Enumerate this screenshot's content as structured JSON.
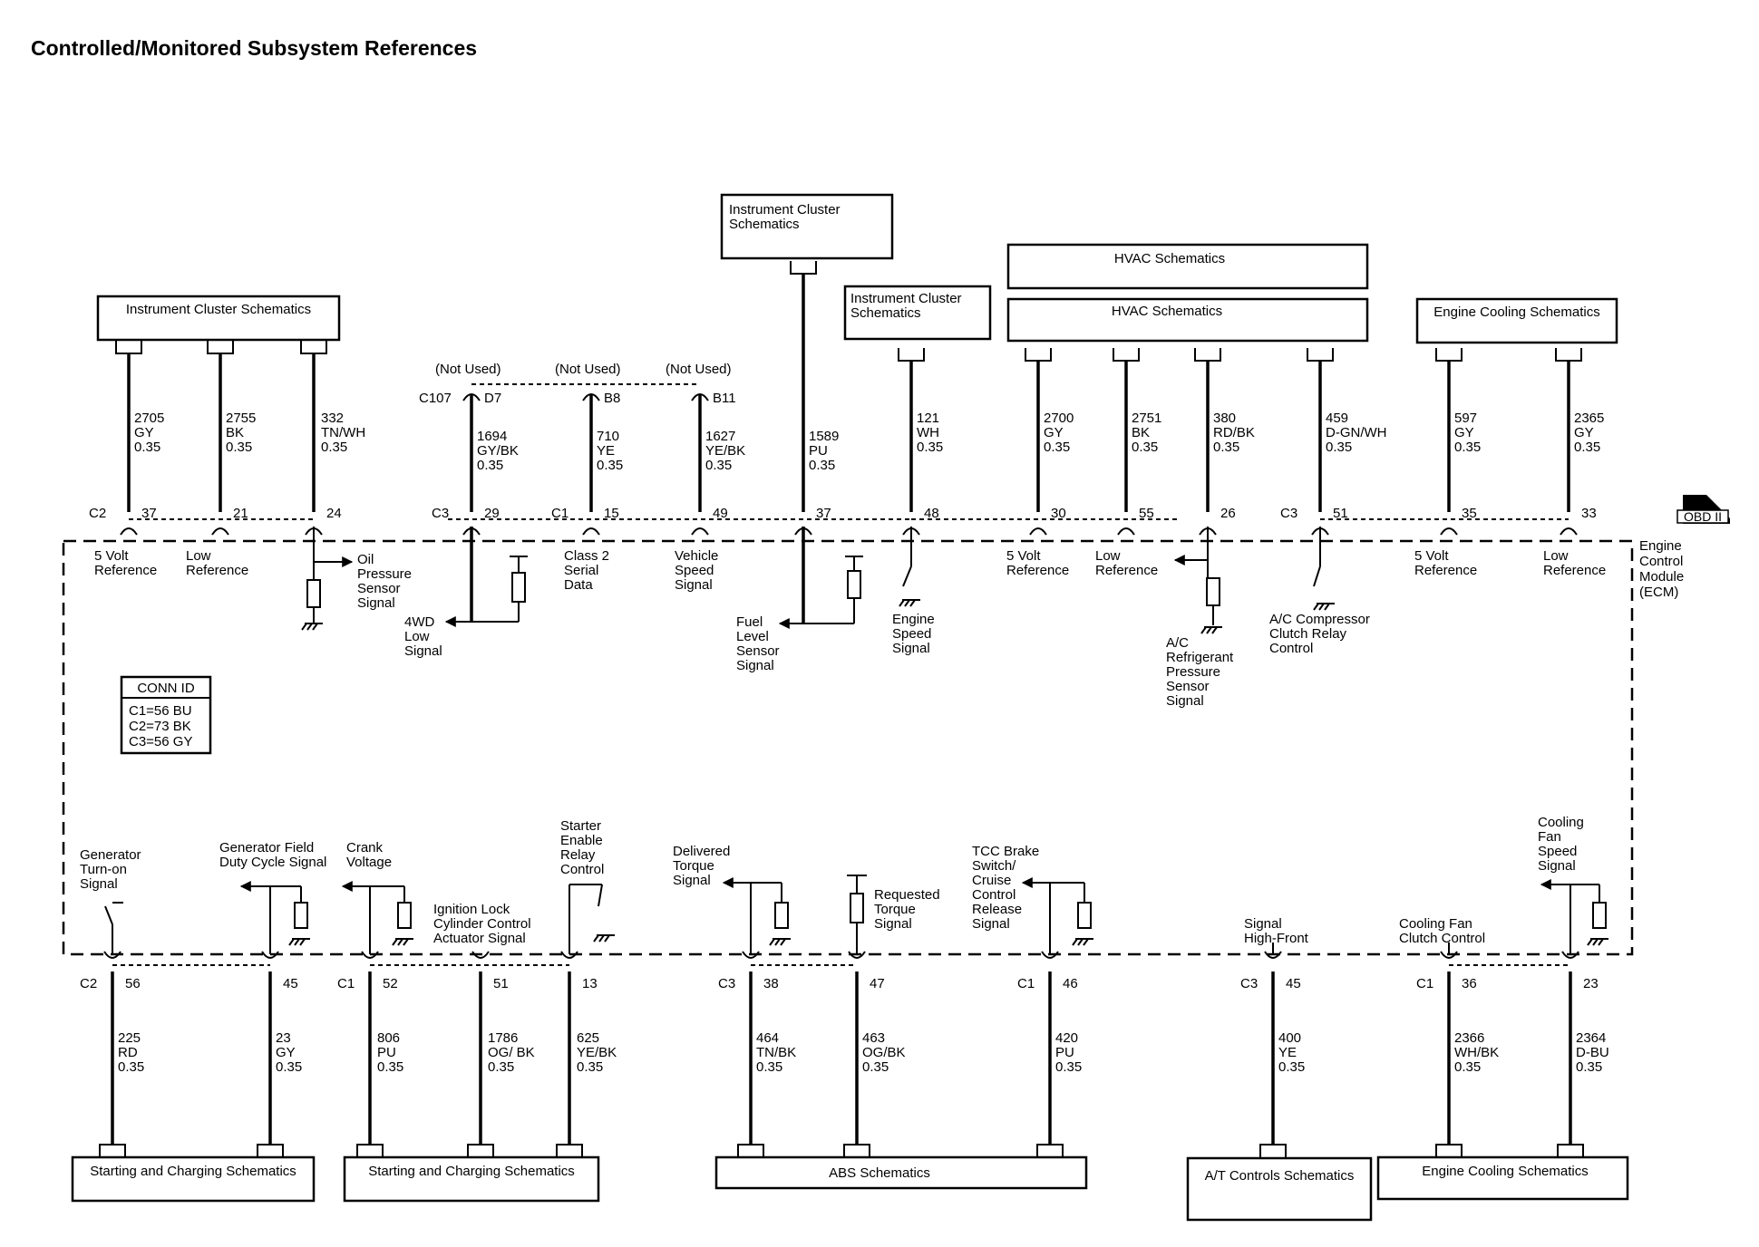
{
  "title": "Controlled/Monitored Subsystem References",
  "module_label": [
    "Engine",
    "Control",
    "Module",
    "(ECM)"
  ],
  "obd_badge": "OBD II",
  "conn_id": {
    "title": "CONN ID",
    "lines": [
      "C1=56 BU",
      "C2=73 BK",
      "C3=56 GY"
    ]
  },
  "top_boxes": {
    "ic_left": "Instrument Cluster Schematics",
    "ic_center": [
      "Instrument Cluster",
      "Schematics"
    ],
    "ic_right": [
      "Instrument Cluster",
      "Schematics"
    ],
    "hvac_upper": "HVAC Schematics",
    "hvac_lower": "HVAC Schematics",
    "cooling_top": "Engine Cooling Schematics"
  },
  "bottom_boxes": {
    "start_charge_1": "Starting and Charging Schematics",
    "start_charge_2": "Starting and Charging Schematics",
    "abs": "ABS Schematics",
    "at_controls": "A/T Controls Schematics",
    "cooling_bottom": "Engine Cooling Schematics"
  },
  "not_used": [
    "(Not Used)",
    "(Not Used)",
    "(Not Used)"
  ],
  "top_pins": [
    {
      "conn": "C2",
      "pin": "37",
      "circuit": "2705",
      "color": "GY",
      "size": "0.35",
      "function": [
        "5 Volt",
        "Reference"
      ]
    },
    {
      "conn": "",
      "pin": "21",
      "circuit": "2755",
      "color": "BK",
      "size": "0.35",
      "function": [
        "Low",
        "Reference"
      ]
    },
    {
      "conn": "",
      "pin": "24",
      "circuit": "332",
      "color": "TN/WH",
      "size": "0.35",
      "function": [
        "Oil",
        "Pressure",
        "Sensor",
        "Signal"
      ]
    },
    {
      "conn": "C3",
      "pin": "29",
      "circuit": "1694",
      "color": "GY/BK",
      "size": "0.35",
      "function": [
        "4WD",
        "Low",
        "Signal"
      ],
      "extra_conn": "C107",
      "extra_pin": "D7"
    },
    {
      "conn": "C1",
      "pin": "15",
      "circuit": "710",
      "color": "YE",
      "size": "0.35",
      "function": [
        "Class 2",
        "Serial",
        "Data"
      ],
      "extra_pin": "B8"
    },
    {
      "conn": "",
      "pin": "49",
      "circuit": "1627",
      "color": "YE/BK",
      "size": "0.35",
      "function": [
        "Vehicle",
        "Speed",
        "Signal"
      ],
      "extra_pin": "B11"
    },
    {
      "conn": "",
      "pin": "37",
      "circuit": "1589",
      "color": "PU",
      "size": "0.35",
      "function": [
        "Fuel",
        "Level",
        "Sensor",
        "Signal"
      ]
    },
    {
      "conn": "",
      "pin": "48",
      "circuit": "121",
      "color": "WH",
      "size": "0.35",
      "function": [
        "Engine",
        "Speed",
        "Signal"
      ]
    },
    {
      "conn": "",
      "pin": "30",
      "circuit": "2700",
      "color": "GY",
      "size": "0.35",
      "function": [
        "5 Volt",
        "Reference"
      ]
    },
    {
      "conn": "",
      "pin": "55",
      "circuit": "2751",
      "color": "BK",
      "size": "0.35",
      "function": [
        "Low",
        "Reference"
      ]
    },
    {
      "conn": "",
      "pin": "26",
      "circuit": "380",
      "color": "RD/BK",
      "size": "0.35",
      "function": [
        "A/C",
        "Refrigerant",
        "Pressure",
        "Sensor",
        "Signal"
      ]
    },
    {
      "conn": "C3",
      "pin": "51",
      "circuit": "459",
      "color": "D-GN/WH",
      "size": "0.35",
      "function": [
        "A/C Compressor",
        "Clutch Relay",
        "Control"
      ]
    },
    {
      "conn": "",
      "pin": "35",
      "circuit": "597",
      "color": "GY",
      "size": "0.35",
      "function": [
        "5 Volt",
        "Reference"
      ]
    },
    {
      "conn": "",
      "pin": "33",
      "circuit": "2365",
      "color": "GY",
      "size": "0.35",
      "function": [
        "Low",
        "Reference"
      ]
    }
  ],
  "bottom_pins": [
    {
      "conn": "C2",
      "pin": "56",
      "circuit": "225",
      "color": "RD",
      "size": "0.35",
      "function": [
        "Generator",
        "Turn-on",
        "Signal"
      ]
    },
    {
      "conn": "",
      "pin": "45",
      "circuit": "23",
      "color": "GY",
      "size": "0.35",
      "function": [
        "Generator Field",
        "Duty Cycle Signal"
      ]
    },
    {
      "conn": "C1",
      "pin": "52",
      "circuit": "806",
      "color": "PU",
      "size": "0.35",
      "function": [
        "Crank",
        "Voltage"
      ]
    },
    {
      "conn": "",
      "pin": "51",
      "circuit": "1786",
      "color": "OG/ BK",
      "size": "0.35",
      "function": [
        "Ignition Lock",
        "Cylinder Control",
        "Actuator Signal"
      ]
    },
    {
      "conn": "",
      "pin": "13",
      "circuit": "625",
      "color": "YE/BK",
      "size": "0.35",
      "function": [
        "Starter",
        "Enable",
        "Relay",
        "Control"
      ]
    },
    {
      "conn": "C3",
      "pin": "38",
      "circuit": "464",
      "color": "TN/BK",
      "size": "0.35",
      "function": [
        "Delivered",
        "Torque",
        "Signal"
      ]
    },
    {
      "conn": "",
      "pin": "47",
      "circuit": "463",
      "color": "OG/BK",
      "size": "0.35",
      "function": [
        "Requested",
        "Torque",
        "Signal"
      ]
    },
    {
      "conn": "C1",
      "pin": "46",
      "circuit": "420",
      "color": "PU",
      "size": "0.35",
      "function": [
        "TCC Brake",
        "Switch/",
        "Cruise",
        "Control",
        "Release",
        "Signal"
      ]
    },
    {
      "conn": "C3",
      "pin": "45",
      "circuit": "400",
      "color": "YE",
      "size": "0.35",
      "function": [
        "Signal",
        "High-Front"
      ]
    },
    {
      "conn": "C1",
      "pin": "36",
      "circuit": "2366",
      "color": "WH/BK",
      "size": "0.35",
      "function": [
        "Cooling Fan",
        "Clutch Control"
      ]
    },
    {
      "conn": "",
      "pin": "23",
      "circuit": "2364",
      "color": "D-BU",
      "size": "0.35",
      "function": [
        "Cooling",
        "Fan",
        "Speed",
        "Signal"
      ]
    }
  ]
}
